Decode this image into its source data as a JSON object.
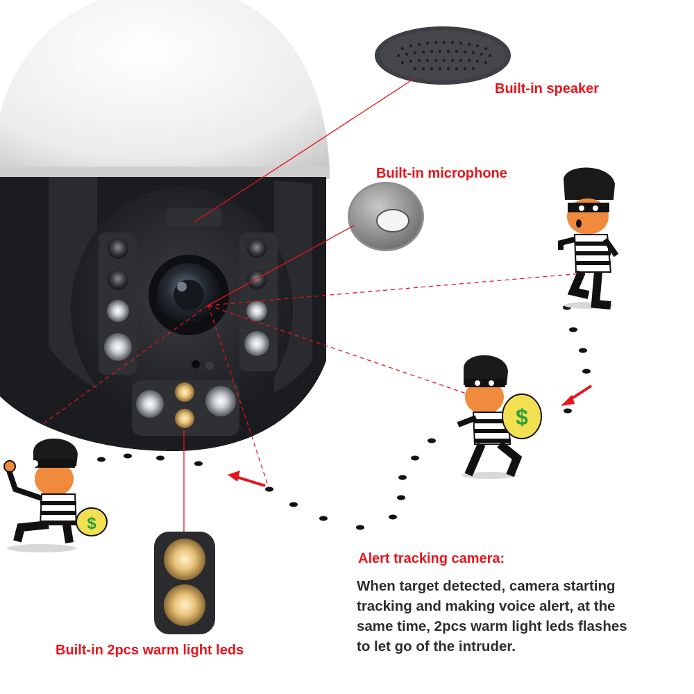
{
  "labels": {
    "speaker": "Built-in speaker",
    "microphone": "Built-in microphone",
    "warm_leds": "Built-in 2pcs warm light leds",
    "alert_title": "Alert tracking camera:"
  },
  "description": {
    "lines": [
      "When target detected, camera starting",
      "tracking and  making voice alert, at the",
      "same time, 2pcs warm light leds flashes",
      "to let go of the intruder."
    ]
  },
  "colors": {
    "accent_red": "#e8141b",
    "text_dark": "#2d2d2d",
    "camera_body": "#1e1f22",
    "dome_white": "#f1f1f1",
    "warm_led": "#e8c27a"
  },
  "icons": {
    "money_bag_symbol": "$"
  }
}
